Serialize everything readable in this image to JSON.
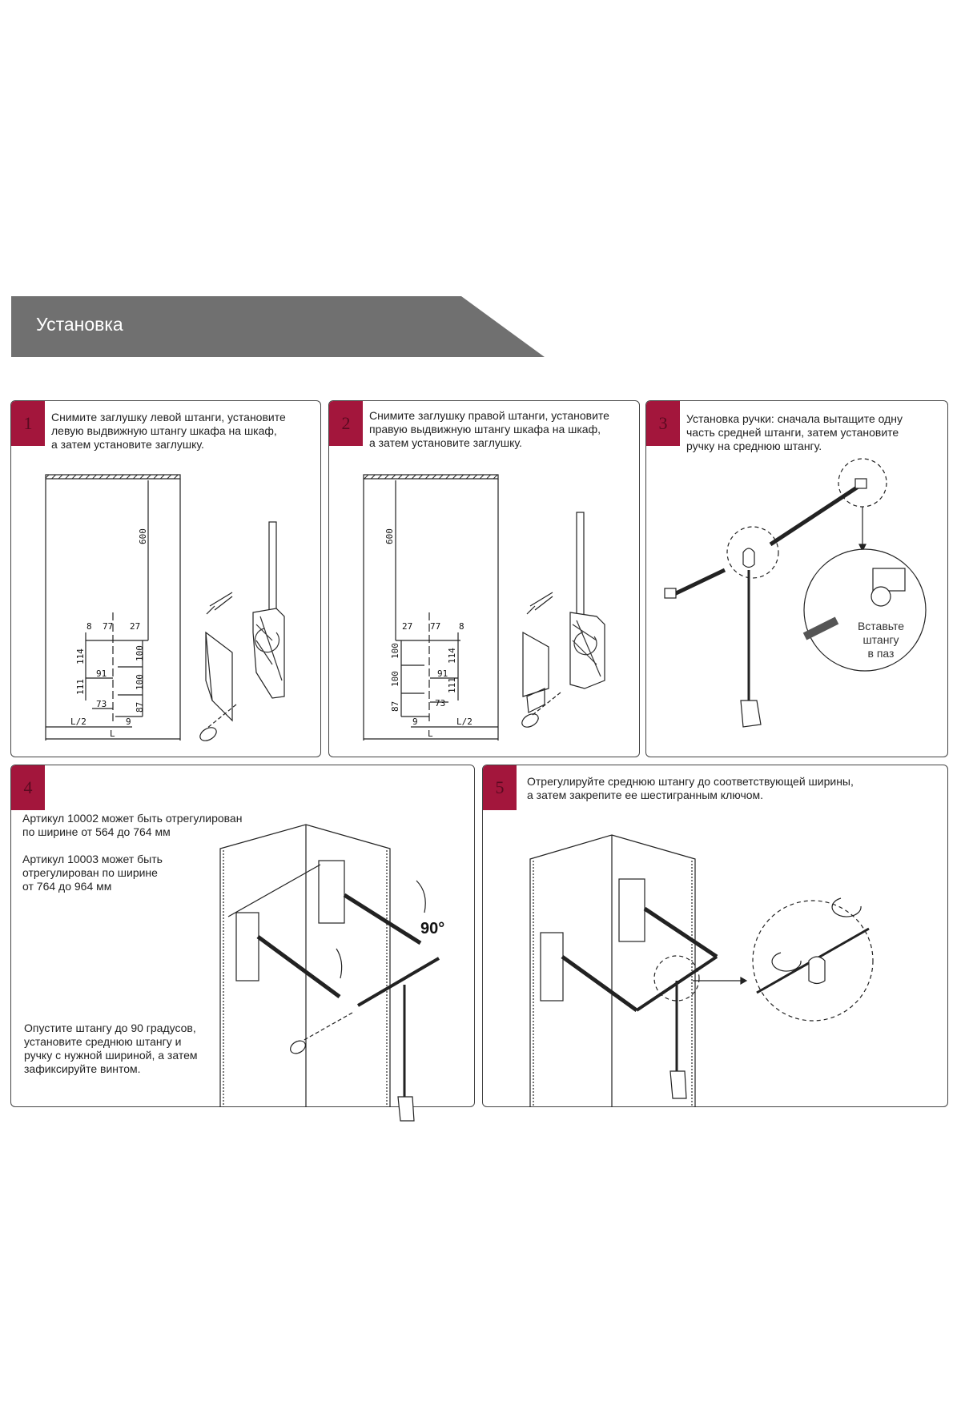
{
  "section_title": "Установка",
  "brand_color": "#a3163c",
  "steps": [
    {
      "number": "1",
      "text": "Снимите заглушку левой штанги, установите\nлевую выдвижную штангу шкафа на шкаф,\nа затем установите заглушку."
    },
    {
      "number": "2",
      "text": "Снимите заглушку правой штанги, установите\nправую выдвижную штангу шкафа на шкаф,\nа затем установите заглушку."
    },
    {
      "number": "3",
      "text": "Установка ручки: сначала вытащите одну\nчасть средней штанги, затем установите\nручку на среднюю штангу.",
      "callout": [
        "Вставьте",
        "штангу",
        "в паз"
      ]
    },
    {
      "number": "4",
      "note1": "Артикул 10002 может быть отрегулирован\nпо ширине от 564 до 764 мм",
      "note2": "Артикул 10003 может быть\nотрегулирован по ширине\nот 764 до 964 мм",
      "text": "Опустите штангу до 90 градусов,\nустановите среднюю штангу и\nручку с нужной шириной, а затем\nзафиксируйте винтом.",
      "angle": "90°"
    },
    {
      "number": "5",
      "text": "Отрегулируйте среднюю штангу до соответствующей ширины,\nа затем закрепите ее шестигранным ключом."
    }
  ],
  "dims_left": {
    "h600": "600",
    "d8": "8",
    "d77": "77",
    "d27": "27",
    "d114": "114",
    "d100a": "100",
    "d91": "91",
    "d100b": "100",
    "d111": "111",
    "d73": "73",
    "d87": "87",
    "half": "L/2",
    "d9": "9",
    "L": "L"
  },
  "dims_right": {
    "h600": "600",
    "d27": "27",
    "d77": "77",
    "d8": "8",
    "d100a": "100",
    "d114": "114",
    "d91": "91",
    "d100b": "100",
    "d111": "111",
    "d73": "73",
    "d87": "87",
    "d9": "9",
    "half": "L/2",
    "L": "L"
  }
}
